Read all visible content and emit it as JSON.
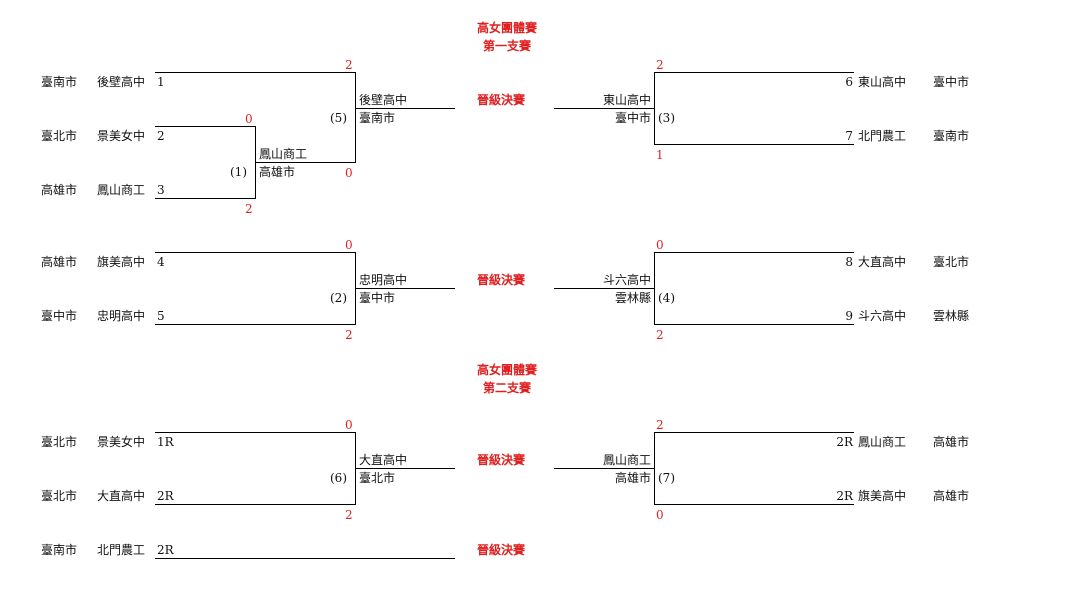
{
  "colors": {
    "accent_red": "#e02020",
    "line": "#000000"
  },
  "titles": {
    "s1_line1": "高女團體賽",
    "s1_line2": "第一支賽",
    "s2_line1": "高女團體賽",
    "s2_line2": "第二支賽"
  },
  "advance_label": "晉級決賽",
  "left_entries": [
    {
      "city": "臺南市",
      "school": "後壁高中",
      "seed": "1"
    },
    {
      "city": "臺北市",
      "school": "景美女中",
      "seed": "2"
    },
    {
      "city": "高雄市",
      "school": "鳳山商工",
      "seed": "3"
    },
    {
      "city": "高雄市",
      "school": "旗美高中",
      "seed": "4"
    },
    {
      "city": "臺中市",
      "school": "忠明高中",
      "seed": "5"
    },
    {
      "city": "臺北市",
      "school": "景美女中",
      "seed": "1R"
    },
    {
      "city": "臺北市",
      "school": "大直高中",
      "seed": "2R"
    },
    {
      "city": "臺南市",
      "school": "北門農工",
      "seed": "2R"
    }
  ],
  "right_entries": [
    {
      "seed": "6",
      "school": "東山高中",
      "city": "臺中市"
    },
    {
      "seed": "7",
      "school": "北門農工",
      "city": "臺南市"
    },
    {
      "seed": "8",
      "school": "大直高中",
      "city": "臺北市"
    },
    {
      "seed": "9",
      "school": "斗六高中",
      "city": "雲林縣"
    },
    {
      "seed": "2R",
      "school": "鳳山商工",
      "city": "高雄市"
    },
    {
      "seed": "2R",
      "school": "旗美高中",
      "city": "高雄市"
    }
  ],
  "matches": {
    "m1": {
      "num": "(1)",
      "winner": "鳳山商工",
      "winner_city": "高雄市",
      "top_score": "0",
      "bottom_score": "2"
    },
    "m5": {
      "num": "(5)",
      "winner": "後壁高中",
      "winner_city": "臺南市",
      "top_score": "2",
      "bottom_score": "0"
    },
    "m3": {
      "num": "(3)",
      "winner": "東山高中",
      "winner_city": "臺中市",
      "top_score": "2",
      "bottom_score": "1"
    },
    "m2": {
      "num": "(2)",
      "winner": "忠明高中",
      "winner_city": "臺中市",
      "top_score": "0",
      "bottom_score": "2"
    },
    "m4": {
      "num": "(4)",
      "winner": "斗六高中",
      "winner_city": "雲林縣",
      "top_score": "0",
      "bottom_score": "2"
    },
    "m6": {
      "num": "(6)",
      "winner": "大直高中",
      "winner_city": "臺北市",
      "top_score": "0",
      "bottom_score": "2"
    },
    "m7": {
      "num": "(7)",
      "winner": "鳳山商工",
      "winner_city": "高雄市",
      "top_score": "2",
      "bottom_score": "0"
    }
  }
}
